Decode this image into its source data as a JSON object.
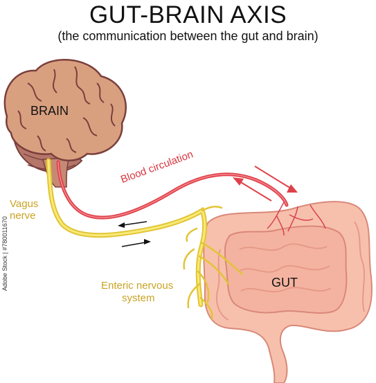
{
  "title": "GUT-BRAIN AXIS",
  "subtitle": "(the communication between the gut and brain)",
  "labels": {
    "brain": "BRAIN",
    "gut": "GUT",
    "blood_circulation": "Blood circulation",
    "vagus_nerve_line1": "Vagus",
    "vagus_nerve_line2": "nerve",
    "enteric_line1": "Enteric nervous",
    "enteric_line2": "system"
  },
  "stock_id": "Adobe Stock | #780011670",
  "colors": {
    "nerve": "#f2e14c",
    "blood": "#e0404a",
    "brain": "#d9a080",
    "gut": "#f7c0ac",
    "label_gold": "#c9a324"
  }
}
